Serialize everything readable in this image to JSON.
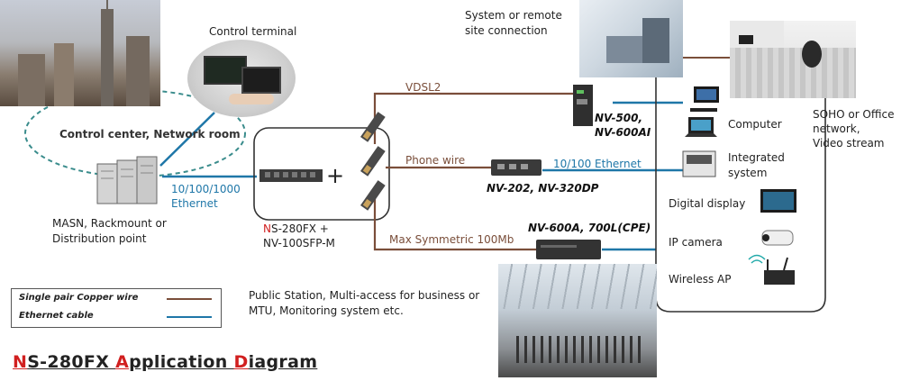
{
  "labels": {
    "control_terminal": "Control terminal",
    "control_center": "Control center, Network room",
    "masn_line1": "MASN, Rackmount or",
    "masn_line2": "Distribution point",
    "ethernet_speed": "10/100/1000",
    "ethernet_word": "Ethernet",
    "ns_line1_n": "N",
    "ns_line1_rest": "S-280FX +",
    "ns_line2": "NV-100SFP-M",
    "plus": "+",
    "vdsl2": "VDSL2",
    "phone_wire": "Phone wire",
    "max_symmetric": "Max Symmetric 100Mb",
    "fast_ethernet": "10/100 Ethernet",
    "nv500": "NV-500,",
    "nv600ai": "NV-600AI",
    "nv202": "NV-202, NV-320DP",
    "nv600a": "NV-600A, 700L(CPE)",
    "system_remote_1": "System or remote",
    "system_remote_2": "site connection",
    "computer": "Computer",
    "integrated_1": "Integrated",
    "integrated_2": "system",
    "digital_display": "Digital display",
    "ip_camera": "IP camera",
    "wireless_ap": "Wireless AP",
    "soho_1": "SOHO or Office",
    "soho_2": "network,",
    "soho_3": "Video stream",
    "public_1": "Public Station, Multi-access for business or",
    "public_2": "MTU, Monitoring system etc."
  },
  "legend": {
    "copper": "Single pair Copper wire",
    "ethernet": "Ethernet cable"
  },
  "title": {
    "n": "N",
    "s280fx": "S-280FX ",
    "a": "A",
    "pplication": "pplication ",
    "d": "D",
    "iagram": "iagram"
  },
  "colors": {
    "copper": "#7a4e3a",
    "ethernet": "#1f77a8",
    "accent_red": "#d11f1f"
  }
}
